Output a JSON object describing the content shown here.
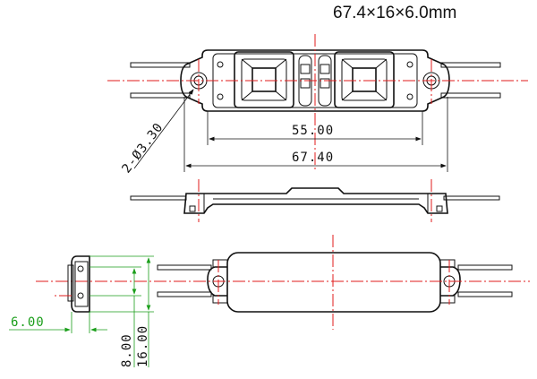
{
  "title": "67.4×16×6.0mm",
  "dimensions": {
    "hole_spacing": "55.00",
    "overall_length": "67.40",
    "hole_diameter": "2-Ø3.30",
    "height_thickness": "6.00",
    "hole_offset": "8.00",
    "width": "16.00"
  },
  "colors": {
    "centerline": "#e01b1b",
    "dimension_green": "#1a9e1a",
    "outline": "#111111"
  }
}
